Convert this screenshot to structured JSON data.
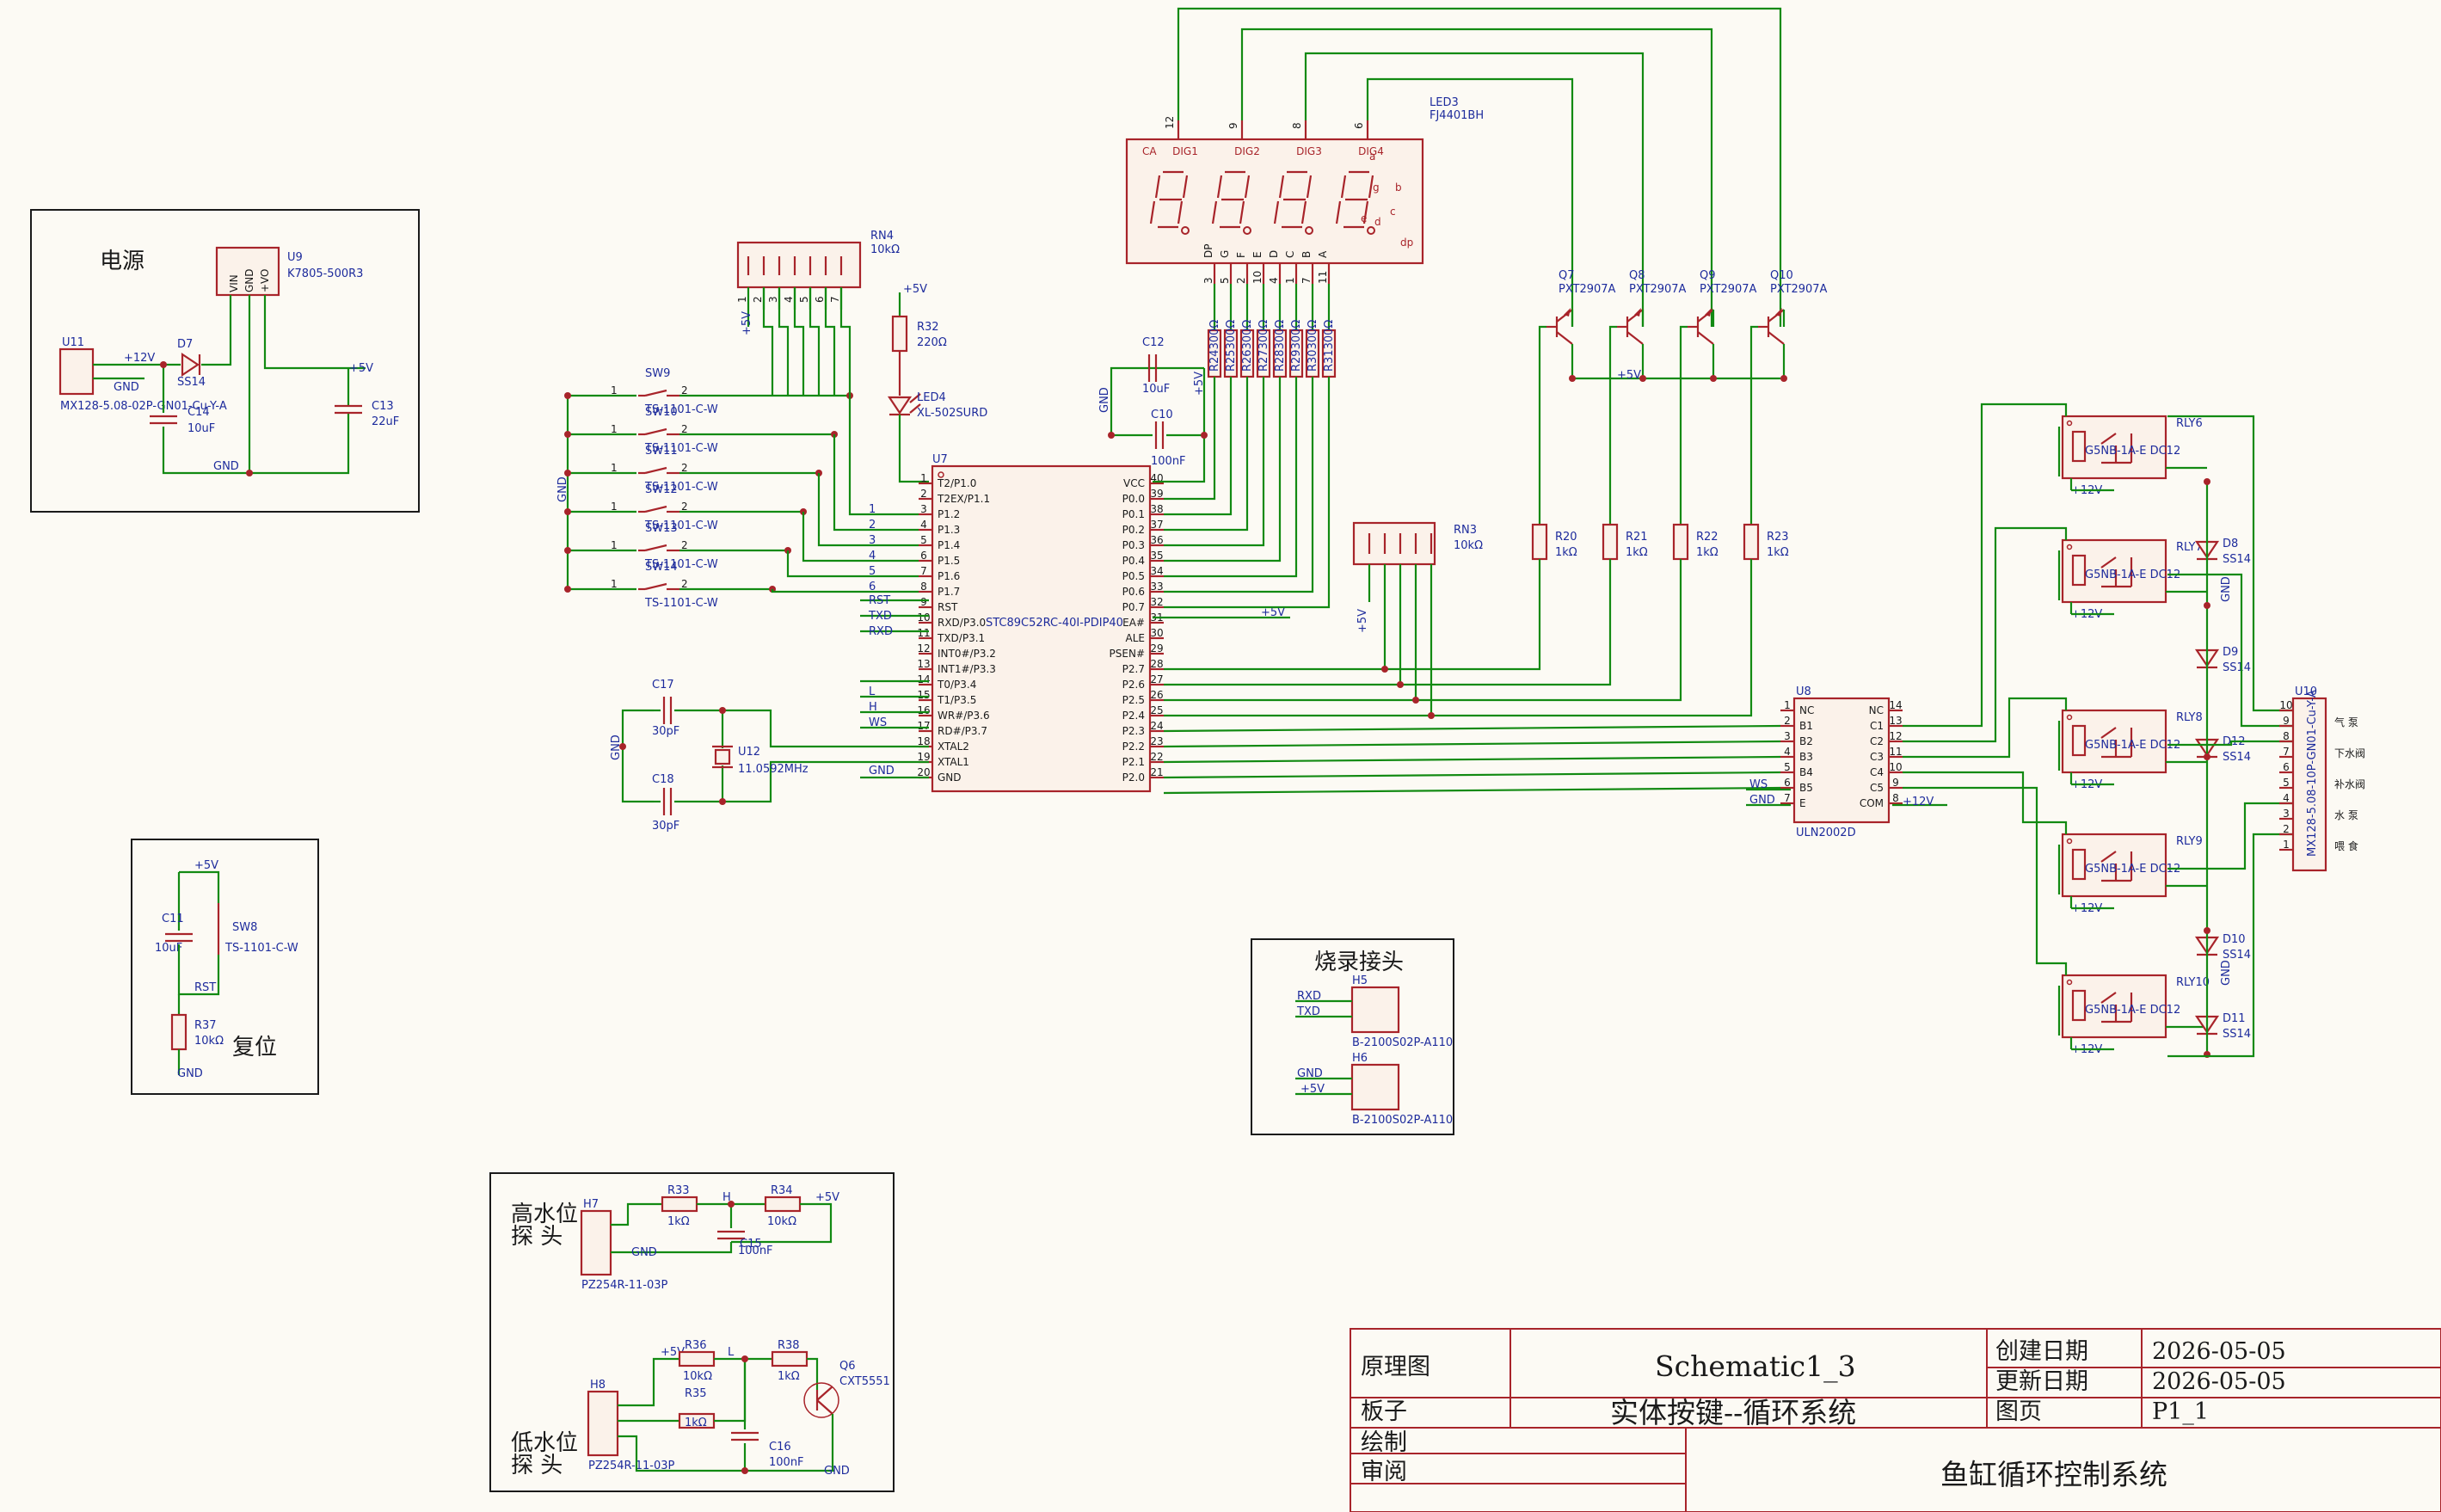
{
  "sections": {
    "power": "电源",
    "reset": "复位",
    "programming": "烧录接头",
    "high_probe": "高水位\n探 头",
    "low_probe": "低水位\n探 头"
  },
  "title_block": {
    "drawing_label": "原理图",
    "drawing_name": "Schematic1_3",
    "board_label": "板子",
    "board_name": "实体按键--循环系统",
    "drawn_label": "绘制",
    "review_label": "审阅",
    "created_label": "创建日期",
    "created_date": "2026-05-05",
    "updated_label": "更新日期",
    "updated_date": "2026-05-05",
    "page_label": "图页",
    "page_value": "P1_1",
    "project_title": "鱼缸循环控制系统"
  },
  "components": {
    "U9": {
      "ref": "U9",
      "value": "K7805-500R3",
      "pins": [
        "VIN",
        "GND",
        "+VO"
      ]
    },
    "U11": {
      "ref": "U11",
      "value": "MX128-5.08-02P-GN01-Cu-Y-A"
    },
    "D7": {
      "ref": "D7",
      "value": "SS14"
    },
    "C14": {
      "ref": "C14",
      "value": "10uF"
    },
    "C13": {
      "ref": "C13",
      "value": "22uF"
    },
    "RN4": {
      "ref": "RN4",
      "value": "10kΩ"
    },
    "R32": {
      "ref": "R32",
      "value": "220Ω"
    },
    "LED4": {
      "ref": "LED4",
      "value": "XL-502SURD"
    },
    "LED3": {
      "ref": "LED3",
      "value": "FJ4401BH"
    },
    "C12": {
      "ref": "C12",
      "value": "10uF"
    },
    "C10": {
      "ref": "C10",
      "value": "100nF"
    },
    "U7": {
      "ref": "U7",
      "value": "STC89C52RC-40I-PDIP40"
    },
    "C17": {
      "ref": "C17",
      "value": "30pF"
    },
    "C18": {
      "ref": "C18",
      "value": "30pF"
    },
    "U12": {
      "ref": "U12",
      "value": "11.0592MHz"
    },
    "RN3": {
      "ref": "RN3",
      "value": "10kΩ"
    },
    "U8": {
      "ref": "U8",
      "value": "ULN2002D"
    },
    "U10": {
      "ref": "U10",
      "value": "MX128-5.08-10P-GN01-Cu-Y-A"
    },
    "C11": {
      "ref": "C11",
      "value": "10uF"
    },
    "SW8": {
      "ref": "SW8",
      "value": "TS-1101-C-W"
    },
    "R37": {
      "ref": "R37",
      "value": "10kΩ"
    },
    "H5": {
      "ref": "H5",
      "value": "B-2100S02P-A110"
    },
    "H6": {
      "ref": "H6",
      "value": "B-2100S02P-A110"
    },
    "H7": {
      "ref": "H7",
      "value": "PZ254R-11-03P"
    },
    "H8": {
      "ref": "H8",
      "value": "PZ254R-11-03P"
    },
    "R33": {
      "ref": "R33",
      "value": "1kΩ"
    },
    "R34": {
      "ref": "R34",
      "value": "10kΩ"
    },
    "C15": {
      "ref": "C15",
      "value": "100nF"
    },
    "R36": {
      "ref": "R36",
      "value": "10kΩ"
    },
    "R35": {
      "ref": "R35",
      "value": "1kΩ"
    },
    "R38": {
      "ref": "R38",
      "value": "1kΩ"
    },
    "C16": {
      "ref": "C16",
      "value": "100nF"
    },
    "Q6": {
      "ref": "Q6",
      "value": "CXT5551"
    },
    "relay_value": "G5NB-1A-E DC12",
    "diode_value": "SS14",
    "switch_value": "TS-1101-C-W",
    "pnp_value": "PXT2907A",
    "res_1k": "1kΩ",
    "res_300": "300Ω"
  },
  "switches": [
    "SW9",
    "SW10",
    "SW11",
    "SW12",
    "SW13",
    "SW14"
  ],
  "digit_res": [
    "R24",
    "R25",
    "R26",
    "R27",
    "R28",
    "R29",
    "R30",
    "R31"
  ],
  "pnp": [
    "Q7",
    "Q8",
    "Q9",
    "Q10"
  ],
  "base_res": [
    "R20",
    "R21",
    "R22",
    "R23"
  ],
  "relays": [
    "RLY6",
    "RLY7",
    "RLY8",
    "RLY9",
    "RLY10"
  ],
  "relay_diodes": [
    "D8",
    "D9",
    "D12",
    "D10",
    "D11"
  ],
  "display": {
    "ca": "CA",
    "digits": [
      "DIG1",
      "DIG2",
      "DIG3",
      "DIG4"
    ],
    "top_pins": [
      "12",
      "9",
      "8",
      "6"
    ],
    "bottom_pins": [
      "3",
      "5",
      "2",
      "10",
      "4",
      "1",
      "7",
      "11"
    ],
    "seg_names": [
      "DP",
      "G",
      "F",
      "E",
      "D",
      "C",
      "B",
      "A"
    ],
    "seg_letters": [
      "a",
      "g",
      "b",
      "e",
      "d",
      "c",
      "dp"
    ]
  },
  "mcu": {
    "left_pins": [
      {
        "n": "1",
        "name": "T2/P1.0"
      },
      {
        "n": "2",
        "name": "T2EX/P1.1"
      },
      {
        "n": "3",
        "name": "P1.2"
      },
      {
        "n": "4",
        "name": "P1.3"
      },
      {
        "n": "5",
        "name": "P1.4"
      },
      {
        "n": "6",
        "name": "P1.5"
      },
      {
        "n": "7",
        "name": "P1.6"
      },
      {
        "n": "8",
        "name": "P1.7"
      },
      {
        "n": "9",
        "name": "RST"
      },
      {
        "n": "10",
        "name": "RXD/P3.0"
      },
      {
        "n": "11",
        "name": "TXD/P3.1"
      },
      {
        "n": "12",
        "name": "INT0#/P3.2"
      },
      {
        "n": "13",
        "name": "INT1#/P3.3"
      },
      {
        "n": "14",
        "name": "T0/P3.4"
      },
      {
        "n": "15",
        "name": "T1/P3.5"
      },
      {
        "n": "16",
        "name": "WR#/P3.6"
      },
      {
        "n": "17",
        "name": "RD#/P3.7"
      },
      {
        "n": "18",
        "name": "XTAL2"
      },
      {
        "n": "19",
        "name": "XTAL1"
      },
      {
        "n": "20",
        "name": "GND"
      }
    ],
    "right_pins": [
      {
        "n": "40",
        "name": "VCC"
      },
      {
        "n": "39",
        "name": "P0.0"
      },
      {
        "n": "38",
        "name": "P0.1"
      },
      {
        "n": "37",
        "name": "P0.2"
      },
      {
        "n": "36",
        "name": "P0.3"
      },
      {
        "n": "35",
        "name": "P0.4"
      },
      {
        "n": "34",
        "name": "P0.5"
      },
      {
        "n": "33",
        "name": "P0.6"
      },
      {
        "n": "32",
        "name": "P0.7"
      },
      {
        "n": "31",
        "name": "EA#"
      },
      {
        "n": "30",
        "name": "ALE"
      },
      {
        "n": "29",
        "name": "PSEN#"
      },
      {
        "n": "28",
        "name": "P2.7"
      },
      {
        "n": "27",
        "name": "P2.6"
      },
      {
        "n": "26",
        "name": "P2.5"
      },
      {
        "n": "25",
        "name": "P2.4"
      },
      {
        "n": "24",
        "name": "P2.3"
      },
      {
        "n": "23",
        "name": "P2.2"
      },
      {
        "n": "22",
        "name": "P2.1"
      },
      {
        "n": "21",
        "name": "P2.0"
      }
    ]
  },
  "uln": {
    "left": [
      {
        "n": "1",
        "name": "NC"
      },
      {
        "n": "2",
        "name": "B1"
      },
      {
        "n": "3",
        "name": "B2"
      },
      {
        "n": "4",
        "name": "B3"
      },
      {
        "n": "5",
        "name": "B4"
      },
      {
        "n": "6",
        "name": "B5"
      },
      {
        "n": "7",
        "name": "E"
      }
    ],
    "right": [
      {
        "n": "14",
        "name": "NC"
      },
      {
        "n": "13",
        "name": "C1"
      },
      {
        "n": "12",
        "name": "C2"
      },
      {
        "n": "11",
        "name": "C3"
      },
      {
        "n": "10",
        "name": "C4"
      },
      {
        "n": "9",
        "name": "C5"
      },
      {
        "n": "8",
        "name": "COM"
      }
    ]
  },
  "u10_labels": [
    "气 泵",
    "下水阀",
    "补水阀",
    "水 泵",
    "喂 食"
  ],
  "nets": {
    "p12": "+12V",
    "p5": "+5V",
    "gnd": "GND",
    "rst": "RST",
    "txd": "TXD",
    "rxd": "RXD",
    "l": "L",
    "h": "H",
    "ws": "WS"
  }
}
